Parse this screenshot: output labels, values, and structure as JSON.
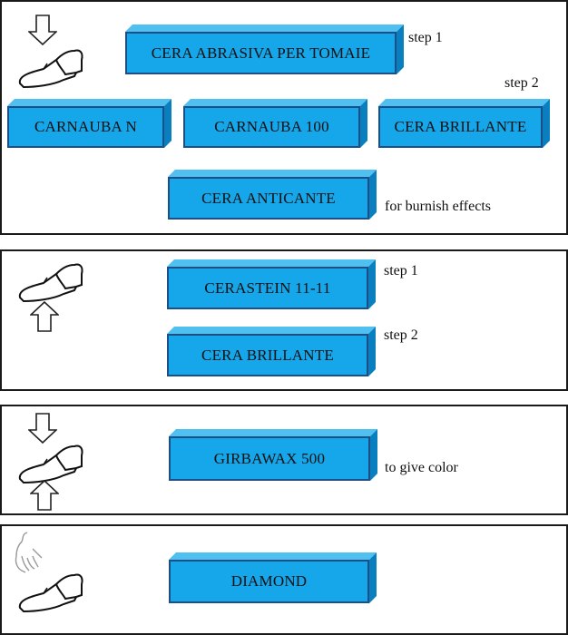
{
  "sections": [
    {
      "boxes": [
        "CERA ABRASIVA PER TOMAIE",
        "CARNAUBA N",
        "CARNAUBA 100",
        "CERA BRILLANTE",
        "CERA ANTICANTE"
      ],
      "notes": [
        "step 1",
        "step 2",
        "for burnish effects"
      ]
    },
    {
      "boxes": [
        "CERASTEIN 11-11",
        "CERA BRILLANTE"
      ],
      "notes": [
        "step 1",
        "step 2"
      ]
    },
    {
      "boxes": [
        "GIRBAWAX 500"
      ],
      "notes": [
        "to give color"
      ]
    },
    {
      "boxes": [
        "DIAMOND"
      ],
      "notes": []
    }
  ],
  "colors": {
    "box_front": "#16a6ea",
    "box_top": "#4fc0f0",
    "box_side": "#0a7fc0",
    "box_border": "#1d4f86"
  }
}
